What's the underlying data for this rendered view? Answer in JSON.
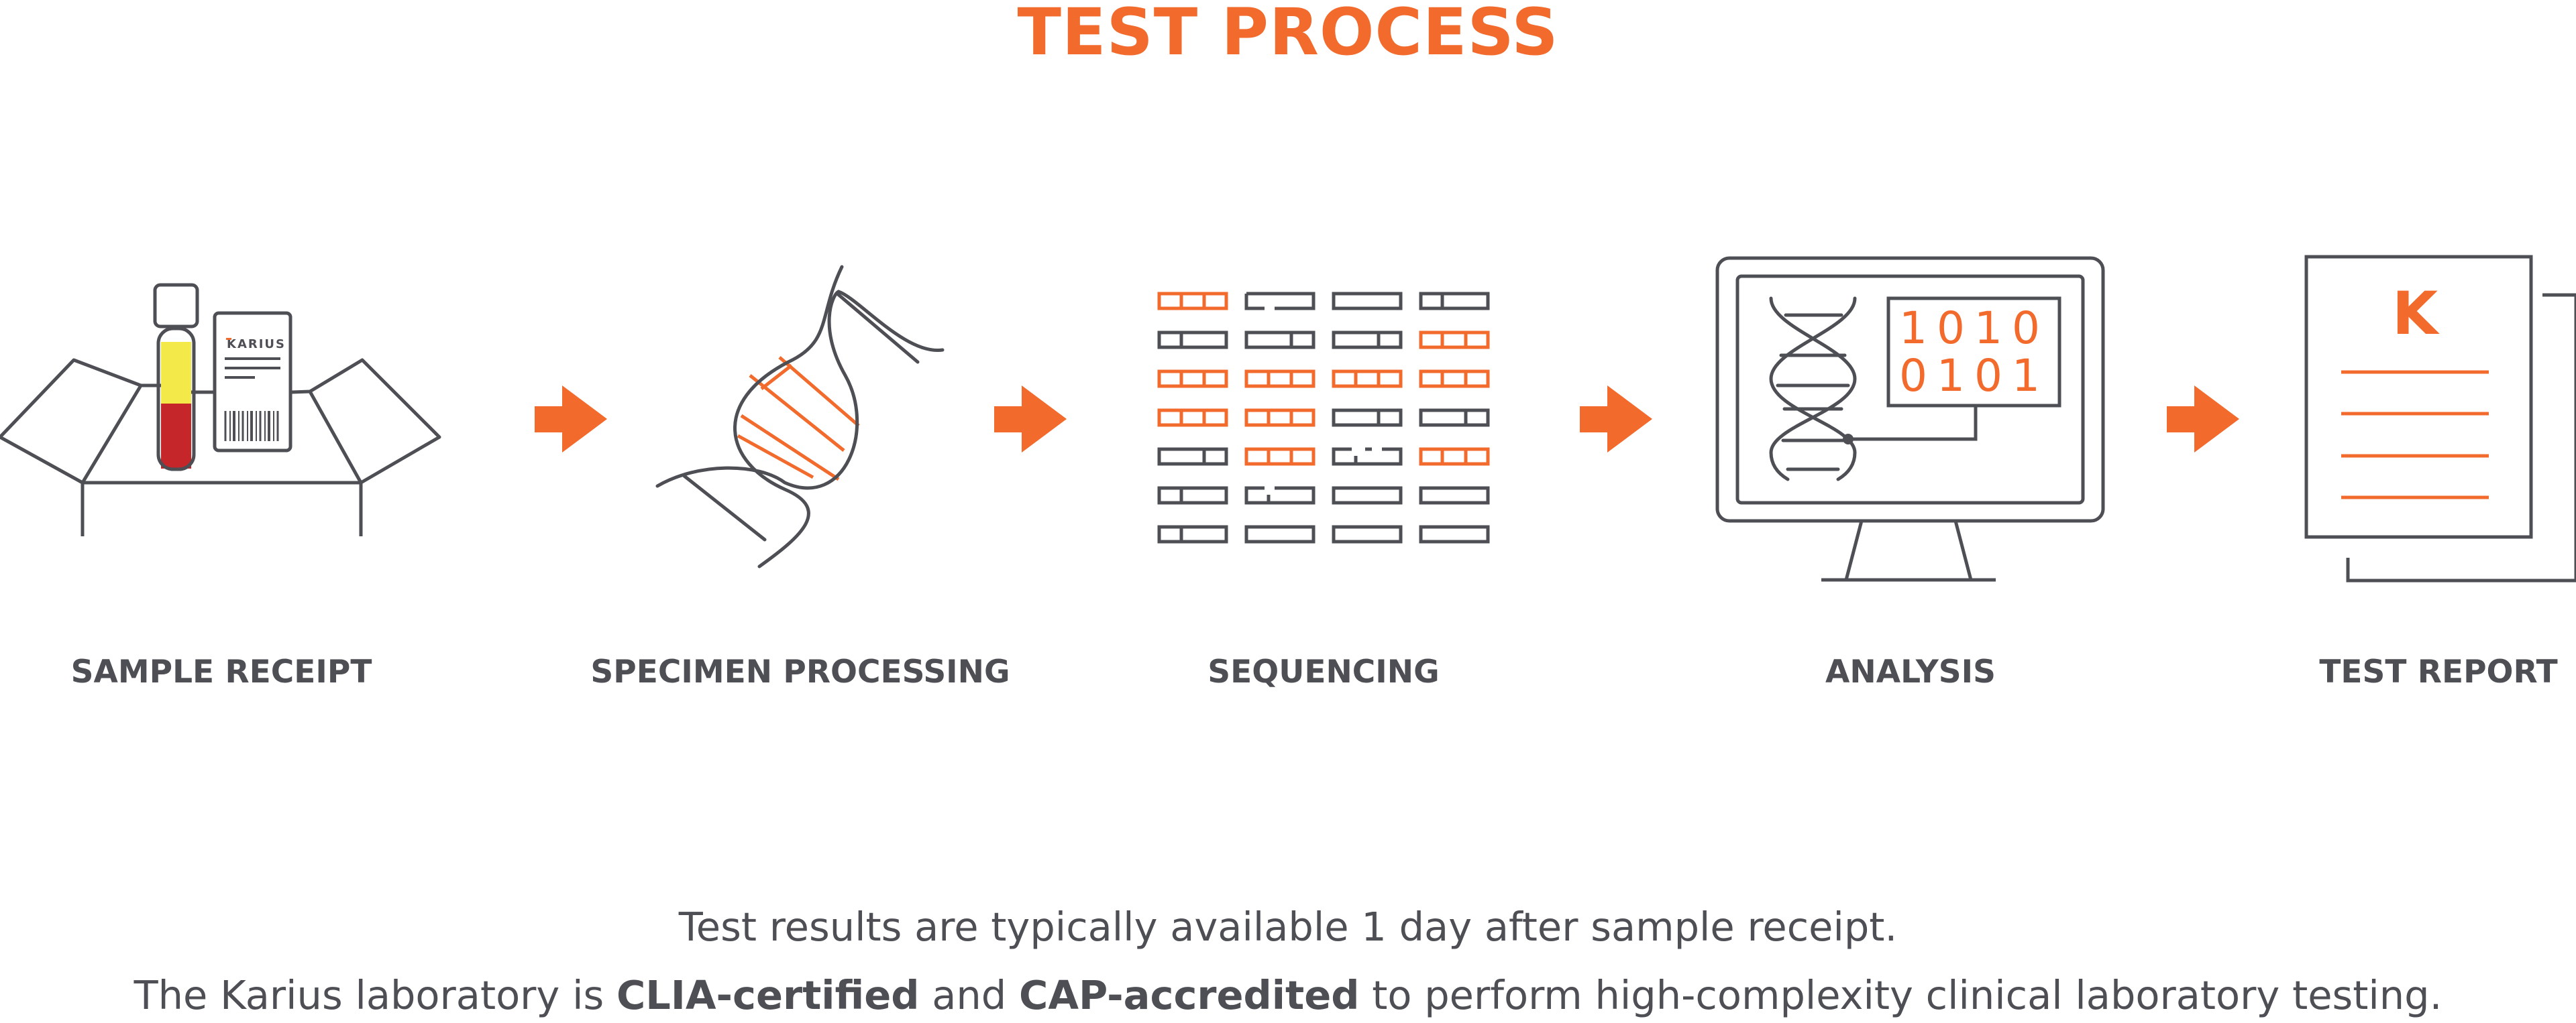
{
  "title": "TEST PROCESS",
  "steps": [
    {
      "label": "SAMPLE RECEIPT"
    },
    {
      "label": "SPECIMEN PROCESSING"
    },
    {
      "label": "SEQUENCING"
    },
    {
      "label": "ANALYSIS"
    },
    {
      "label": "TEST REPORT"
    }
  ],
  "vial_card_brand": "KARIUS",
  "analysis_binary": [
    "1010",
    "0101"
  ],
  "report_logo_letter": "K",
  "footer": {
    "line1": "Test results are typically available 1 day after sample receipt.",
    "line2_a": "The Karius laboratory is ",
    "line2_b": "CLIA-certified",
    "line2_c": " and ",
    "line2_d": "CAP-accredited",
    "line2_e": " to perform high-complexity clinical laboratory testing."
  },
  "colors": {
    "accent": "#f26a2c",
    "stroke": "#4d4f55",
    "yellow": "#f3ea4a",
    "red": "#c4262a"
  }
}
